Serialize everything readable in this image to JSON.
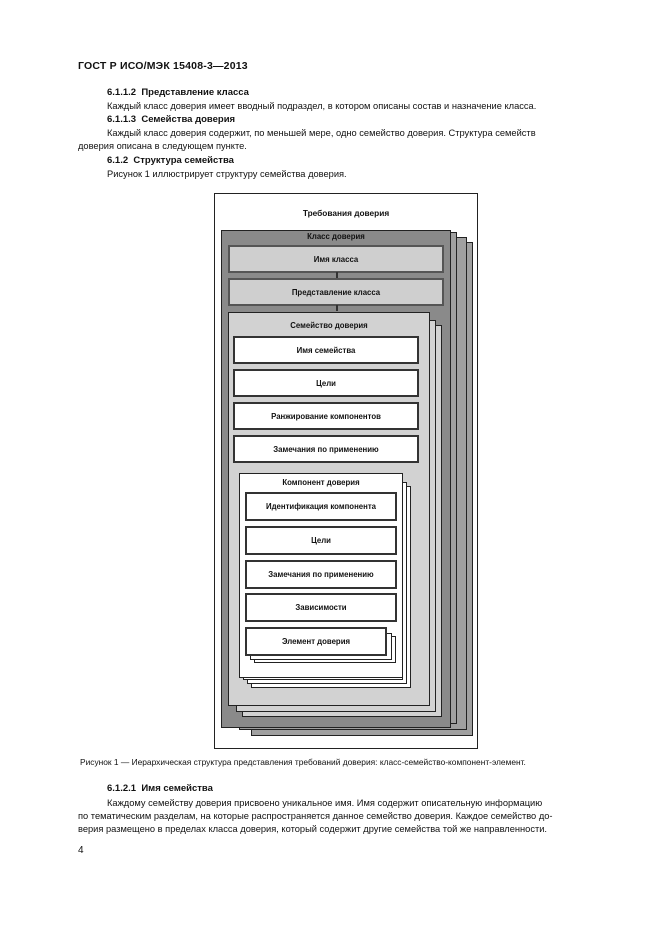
{
  "header": {
    "doc_id": "ГОСТ Р ИСО/МЭК 15408-3—2013"
  },
  "sections": [
    {
      "num": "6.1.1.2",
      "title": "Представление класса",
      "text": "Каждый класс доверия имеет вводный подраздел, в котором описаны состав и назначение класса."
    },
    {
      "num": "6.1.1.3",
      "title": "Семейства доверия",
      "text_line1": "Каждый класс доверия содержит, по меньшей мере, одно семейство доверия. Структура семейств",
      "text_line2": "доверия описана в следующем пункте."
    },
    {
      "num": "6.1.2",
      "title": "Структура семейства",
      "text": "Рисунок 1 иллюстрирует структуру семейства доверия."
    }
  ],
  "figure": {
    "title": "Требования доверия",
    "class_label": "Класс доверия",
    "class_items": [
      "Имя класса",
      "Представление класса"
    ],
    "family_label": "Семейство доверия",
    "family_items": [
      "Имя семейства",
      "Цели",
      "Ранжирование компонентов",
      "Замечания по применению"
    ],
    "component_label": "Компонент доверия",
    "component_items": [
      "Идентификация компонента",
      "Цели",
      "Замечания по применению",
      "Зависимости"
    ],
    "element_label": "Элемент доверия",
    "caption": "Рисунок 1 — Иерархическая структура представления требований доверия: класс-семейство-компонент-элемент."
  },
  "section_612_1": {
    "num": "6.1.2.1",
    "title": "Имя семейства",
    "lines": [
      "Каждому семейству доверия присвоено уникальное имя. Имя содержит описательную информацию",
      "по тематическим разделам, на которые распространяется данное семейство доверия. Каждое семейство до-",
      "верия размещено в пределах класса доверия, который содержит другие семейства той же направленности."
    ]
  },
  "page_number": "4"
}
